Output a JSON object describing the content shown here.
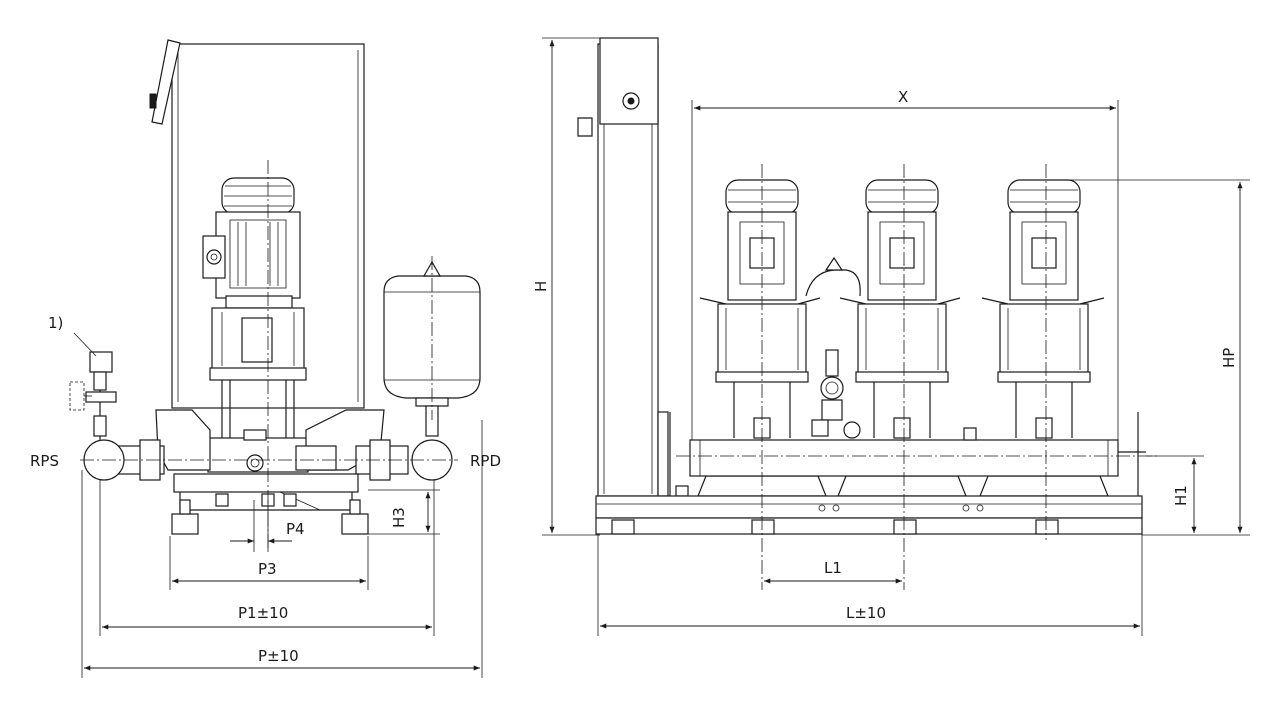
{
  "labels": {
    "note": "1)",
    "rps": "RPS",
    "rpd": "RPD",
    "h3": "H3",
    "p4": "P4",
    "p3": "P3",
    "p1": "P1±10",
    "p": "P±10",
    "x": "X",
    "h": "H",
    "hp": "HP",
    "h1": "H1",
    "l1": "L1",
    "l": "L±10"
  },
  "colors": {
    "line": "#1a1a1a",
    "background": "#ffffff"
  }
}
